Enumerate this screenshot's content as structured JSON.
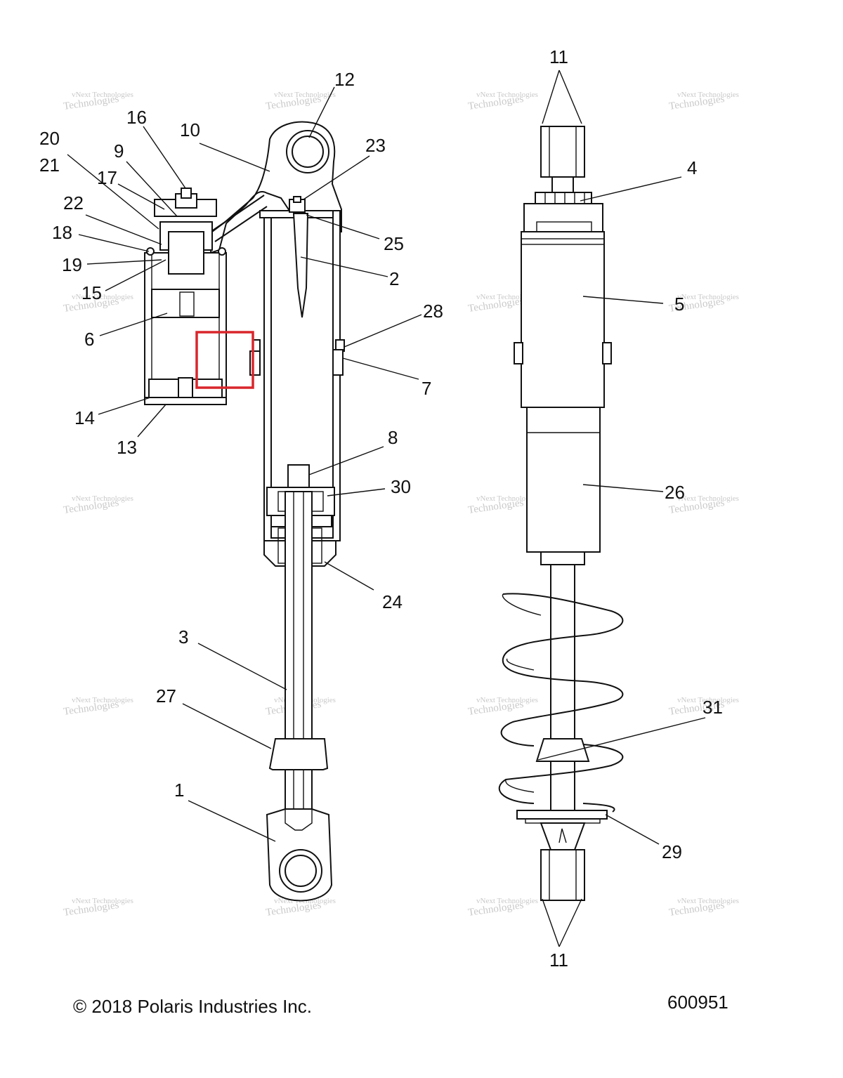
{
  "callouts": {
    "c1": "1",
    "c2": "2",
    "c3": "3",
    "c4": "4",
    "c5": "5",
    "c6": "6",
    "c7": "7",
    "c8": "8",
    "c9": "9",
    "c10": "10",
    "c11a": "11",
    "c11b": "11",
    "c12": "12",
    "c13": "13",
    "c14": "14",
    "c15": "15",
    "c16": "16",
    "c17": "17",
    "c18": "18",
    "c19": "19",
    "c20": "20",
    "c21": "21",
    "c22": "22",
    "c23": "23",
    "c24": "24",
    "c25": "25",
    "c26": "26",
    "c27": "27",
    "c28": "28",
    "c29": "29",
    "c30": "30",
    "c31": "31"
  },
  "watermark": {
    "line1": "vNext Technologies",
    "line2": "Technologies"
  },
  "footer": {
    "copyright": "© 2018 Polaris Industries Inc.",
    "figure_number": "600951"
  },
  "highlight": {
    "color": "#d9262c"
  },
  "colors": {
    "line": "#111111",
    "watermark": "#c9c9c9"
  }
}
